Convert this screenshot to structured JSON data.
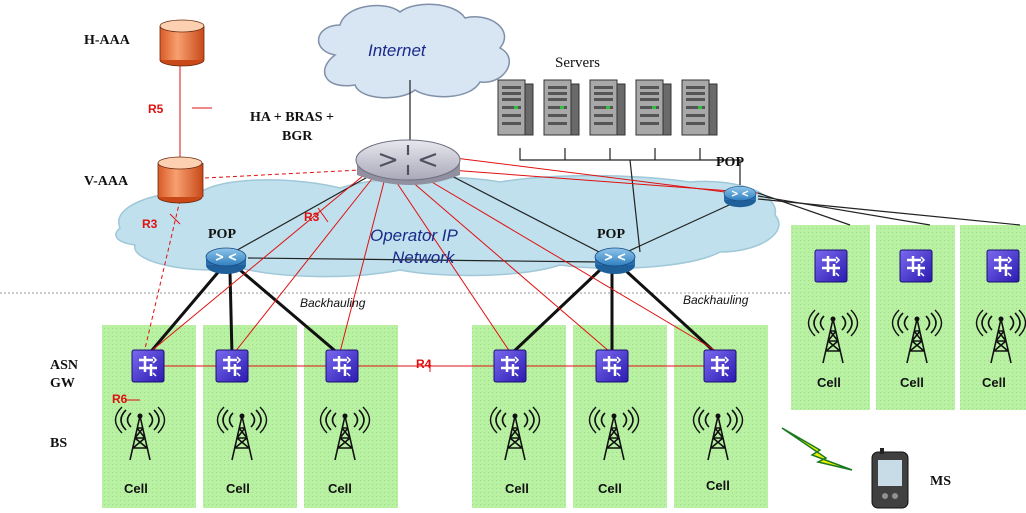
{
  "labels": {
    "h_aaa": "H-AAA",
    "v_aaa": "V-AAA",
    "r5": "R5",
    "r3_left": "R3",
    "r3_mid": "R3",
    "r4": "R4",
    "r6": "R6",
    "internet": "Internet",
    "servers": "Servers",
    "ha_bras_line1": "HA + BRAS +",
    "ha_bras_line2": "BGR",
    "pop_left": "POP",
    "pop_mid": "POP",
    "pop_right": "POP",
    "operator_line1": "Operator IP",
    "operator_line2": "Network",
    "backhauling_left": "Backhauling",
    "backhauling_right": "Backhauling",
    "asn_line1": "ASN",
    "asn_line2": "GW",
    "bs": "BS",
    "ms": "MS",
    "cell": "Cell"
  },
  "colors": {
    "cell_fill": "#b8f0a0",
    "cloud_fill": "#b8dcea",
    "reference_red": "#e01010",
    "gateway_blue": "#4a3ad0",
    "cylinder_orange": "#f08048"
  }
}
